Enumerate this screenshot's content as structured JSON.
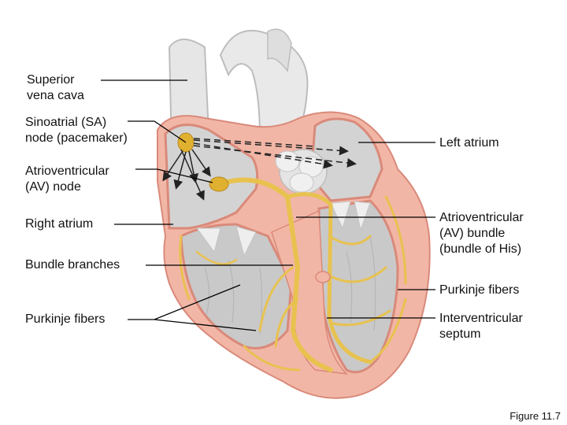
{
  "labels": {
    "superior_vena_cava": "Superior\nvena cava",
    "sa_node": "Sinoatrial (SA)\nnode (pacemaker)",
    "av_node": "Atrioventricular\n(AV) node",
    "right_atrium": "Right atrium",
    "bundle_branches": "Bundle branches",
    "purkinje_left": "Purkinje fibers",
    "left_atrium": "Left atrium",
    "av_bundle": "Atrioventricular\n(AV) bundle\n(bundle of His)",
    "purkinje_right": "Purkinje fibers",
    "septum": "Interventricular\nseptum"
  },
  "figure_caption": "Figure 11.7",
  "colors": {
    "myocardium": "#f2b6a6",
    "myocardium_edge": "#d98a7a",
    "chamber": "#d3d3d3",
    "vessel": "#e6e6e6",
    "conduction": "#e8c24f",
    "node": "#e0b030"
  }
}
